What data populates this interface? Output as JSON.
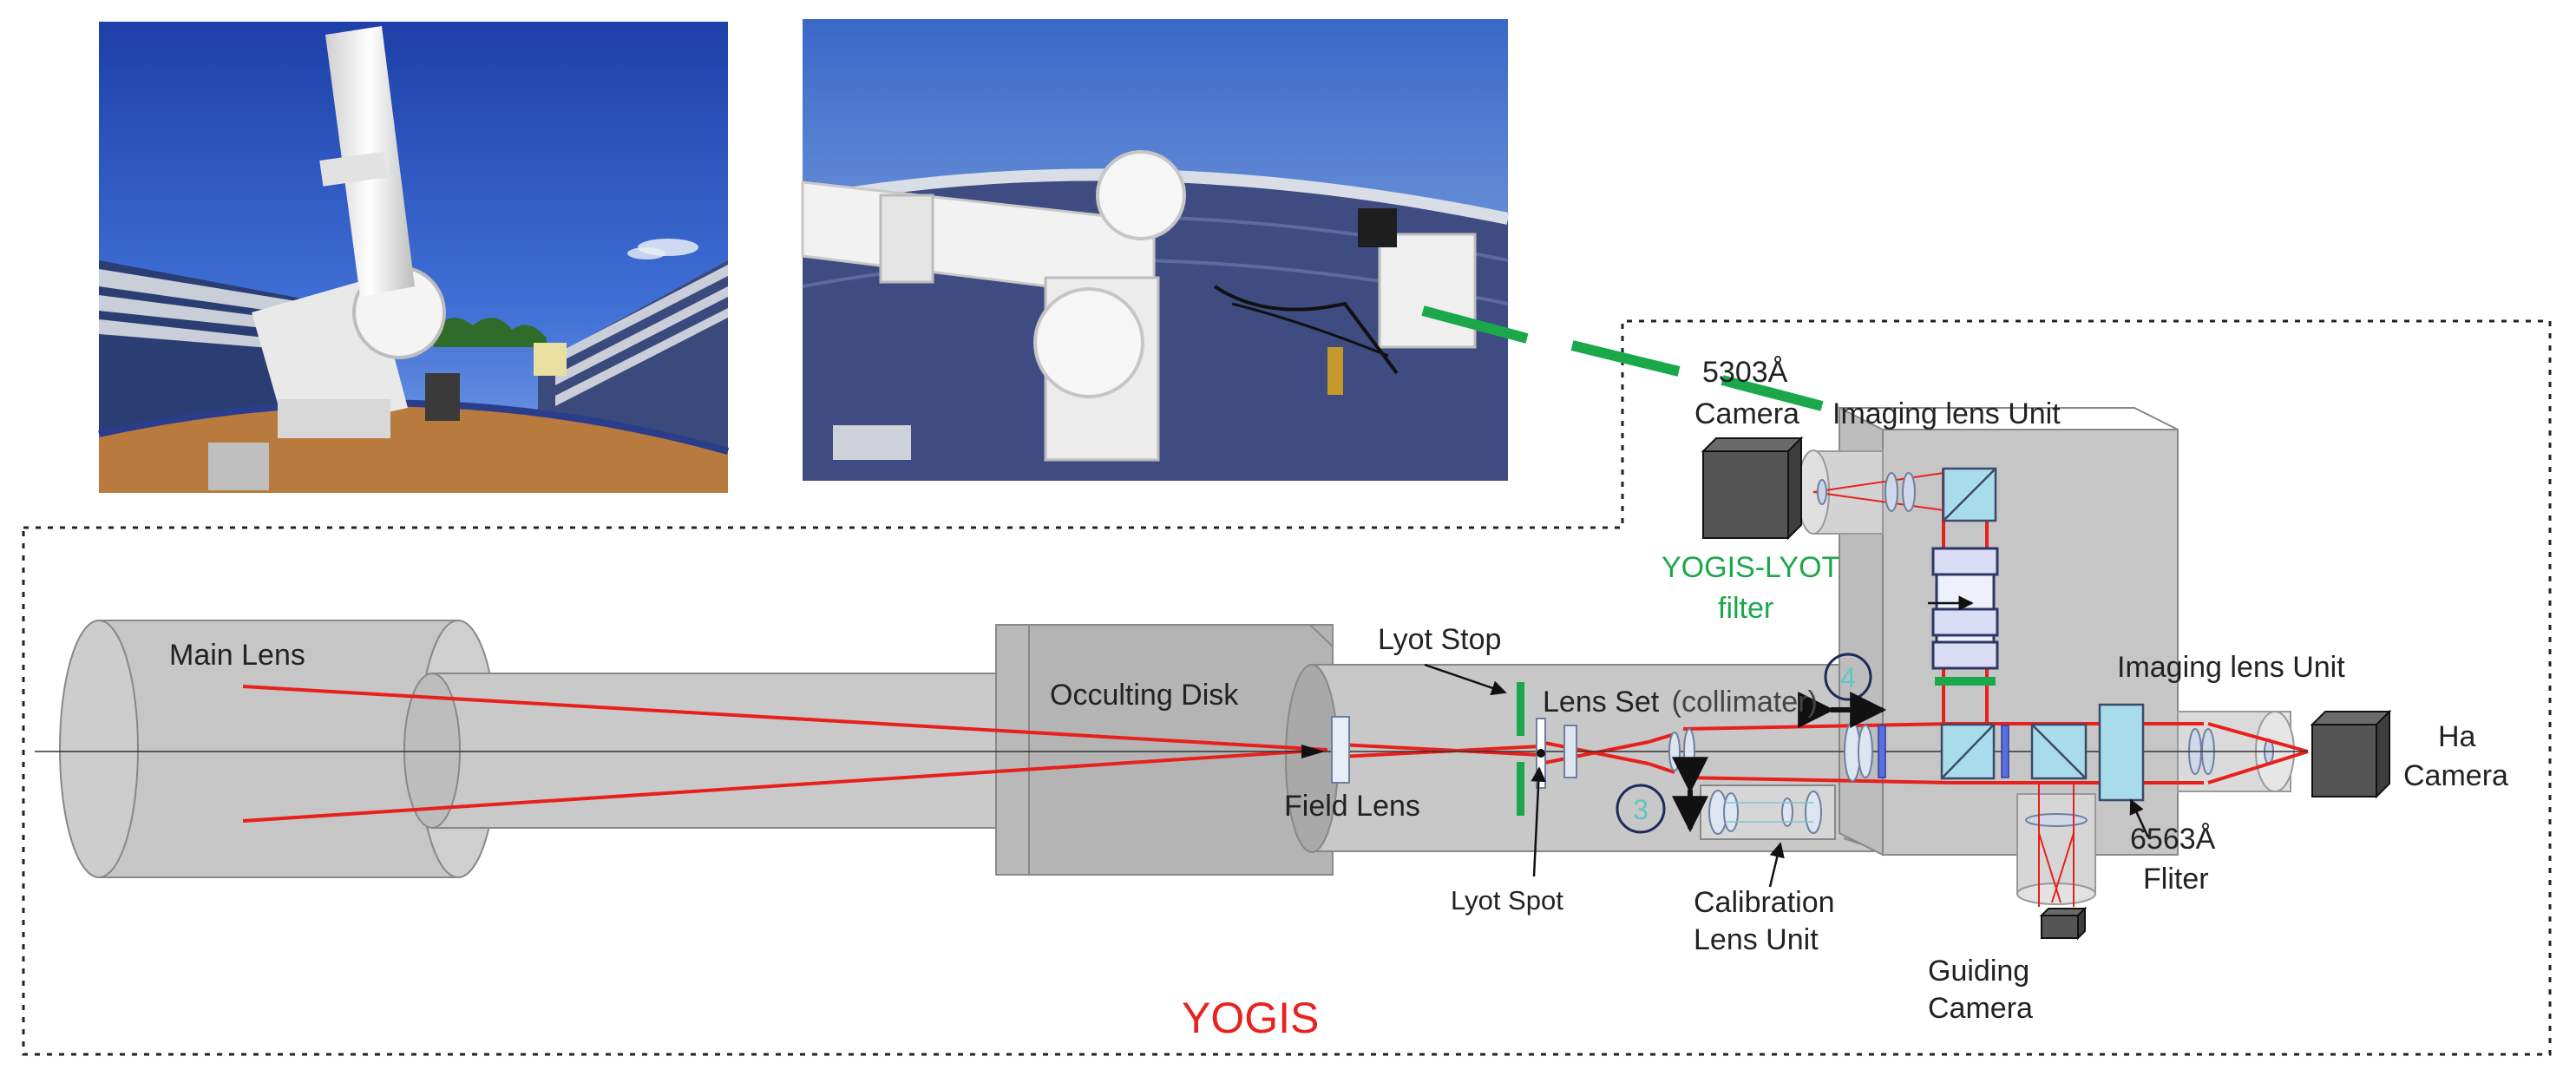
{
  "title": "YOGIS",
  "labels": {
    "main_lens": "Main Lens",
    "occulting_disk": "Occulting Disk",
    "field_lens": "Field Lens",
    "lyot_stop": "Lyot Stop",
    "lyot_spot": "Lyot Spot",
    "lens_set": "Lens Set",
    "collimater": "(collimater)",
    "calibration_line1": "Calibration",
    "calibration_line2": "Lens Unit",
    "guiding_line1": "Guiding",
    "guiding_line2": "Camera",
    "filter6563_line1": "6563Å",
    "filter6563_line2": "Fliter",
    "imaging_lens_unit_right": "Imaging lens Unit",
    "ha_line1": "Ha",
    "ha_line2": "Camera",
    "cam5303_line1": "5303Å",
    "cam5303_line2": "Camera",
    "imaging_lens_unit_top": "Imaging lens Unit",
    "lyot_filter_line1": "YOGIS-LYOT",
    "lyot_filter_line2": "filter",
    "marker_3": "3",
    "marker_4": "4"
  },
  "colors": {
    "beam": "#e8201c",
    "lyot_green": "#1aa84b",
    "title_red": "#e8231f",
    "housing": "#c9c9c9",
    "marker_teal": "#5cc8c0",
    "marker_ring": "#1d2a5a"
  },
  "photos": {
    "left": "telescope-photo-wide",
    "right": "telescope-photo-closeup"
  }
}
